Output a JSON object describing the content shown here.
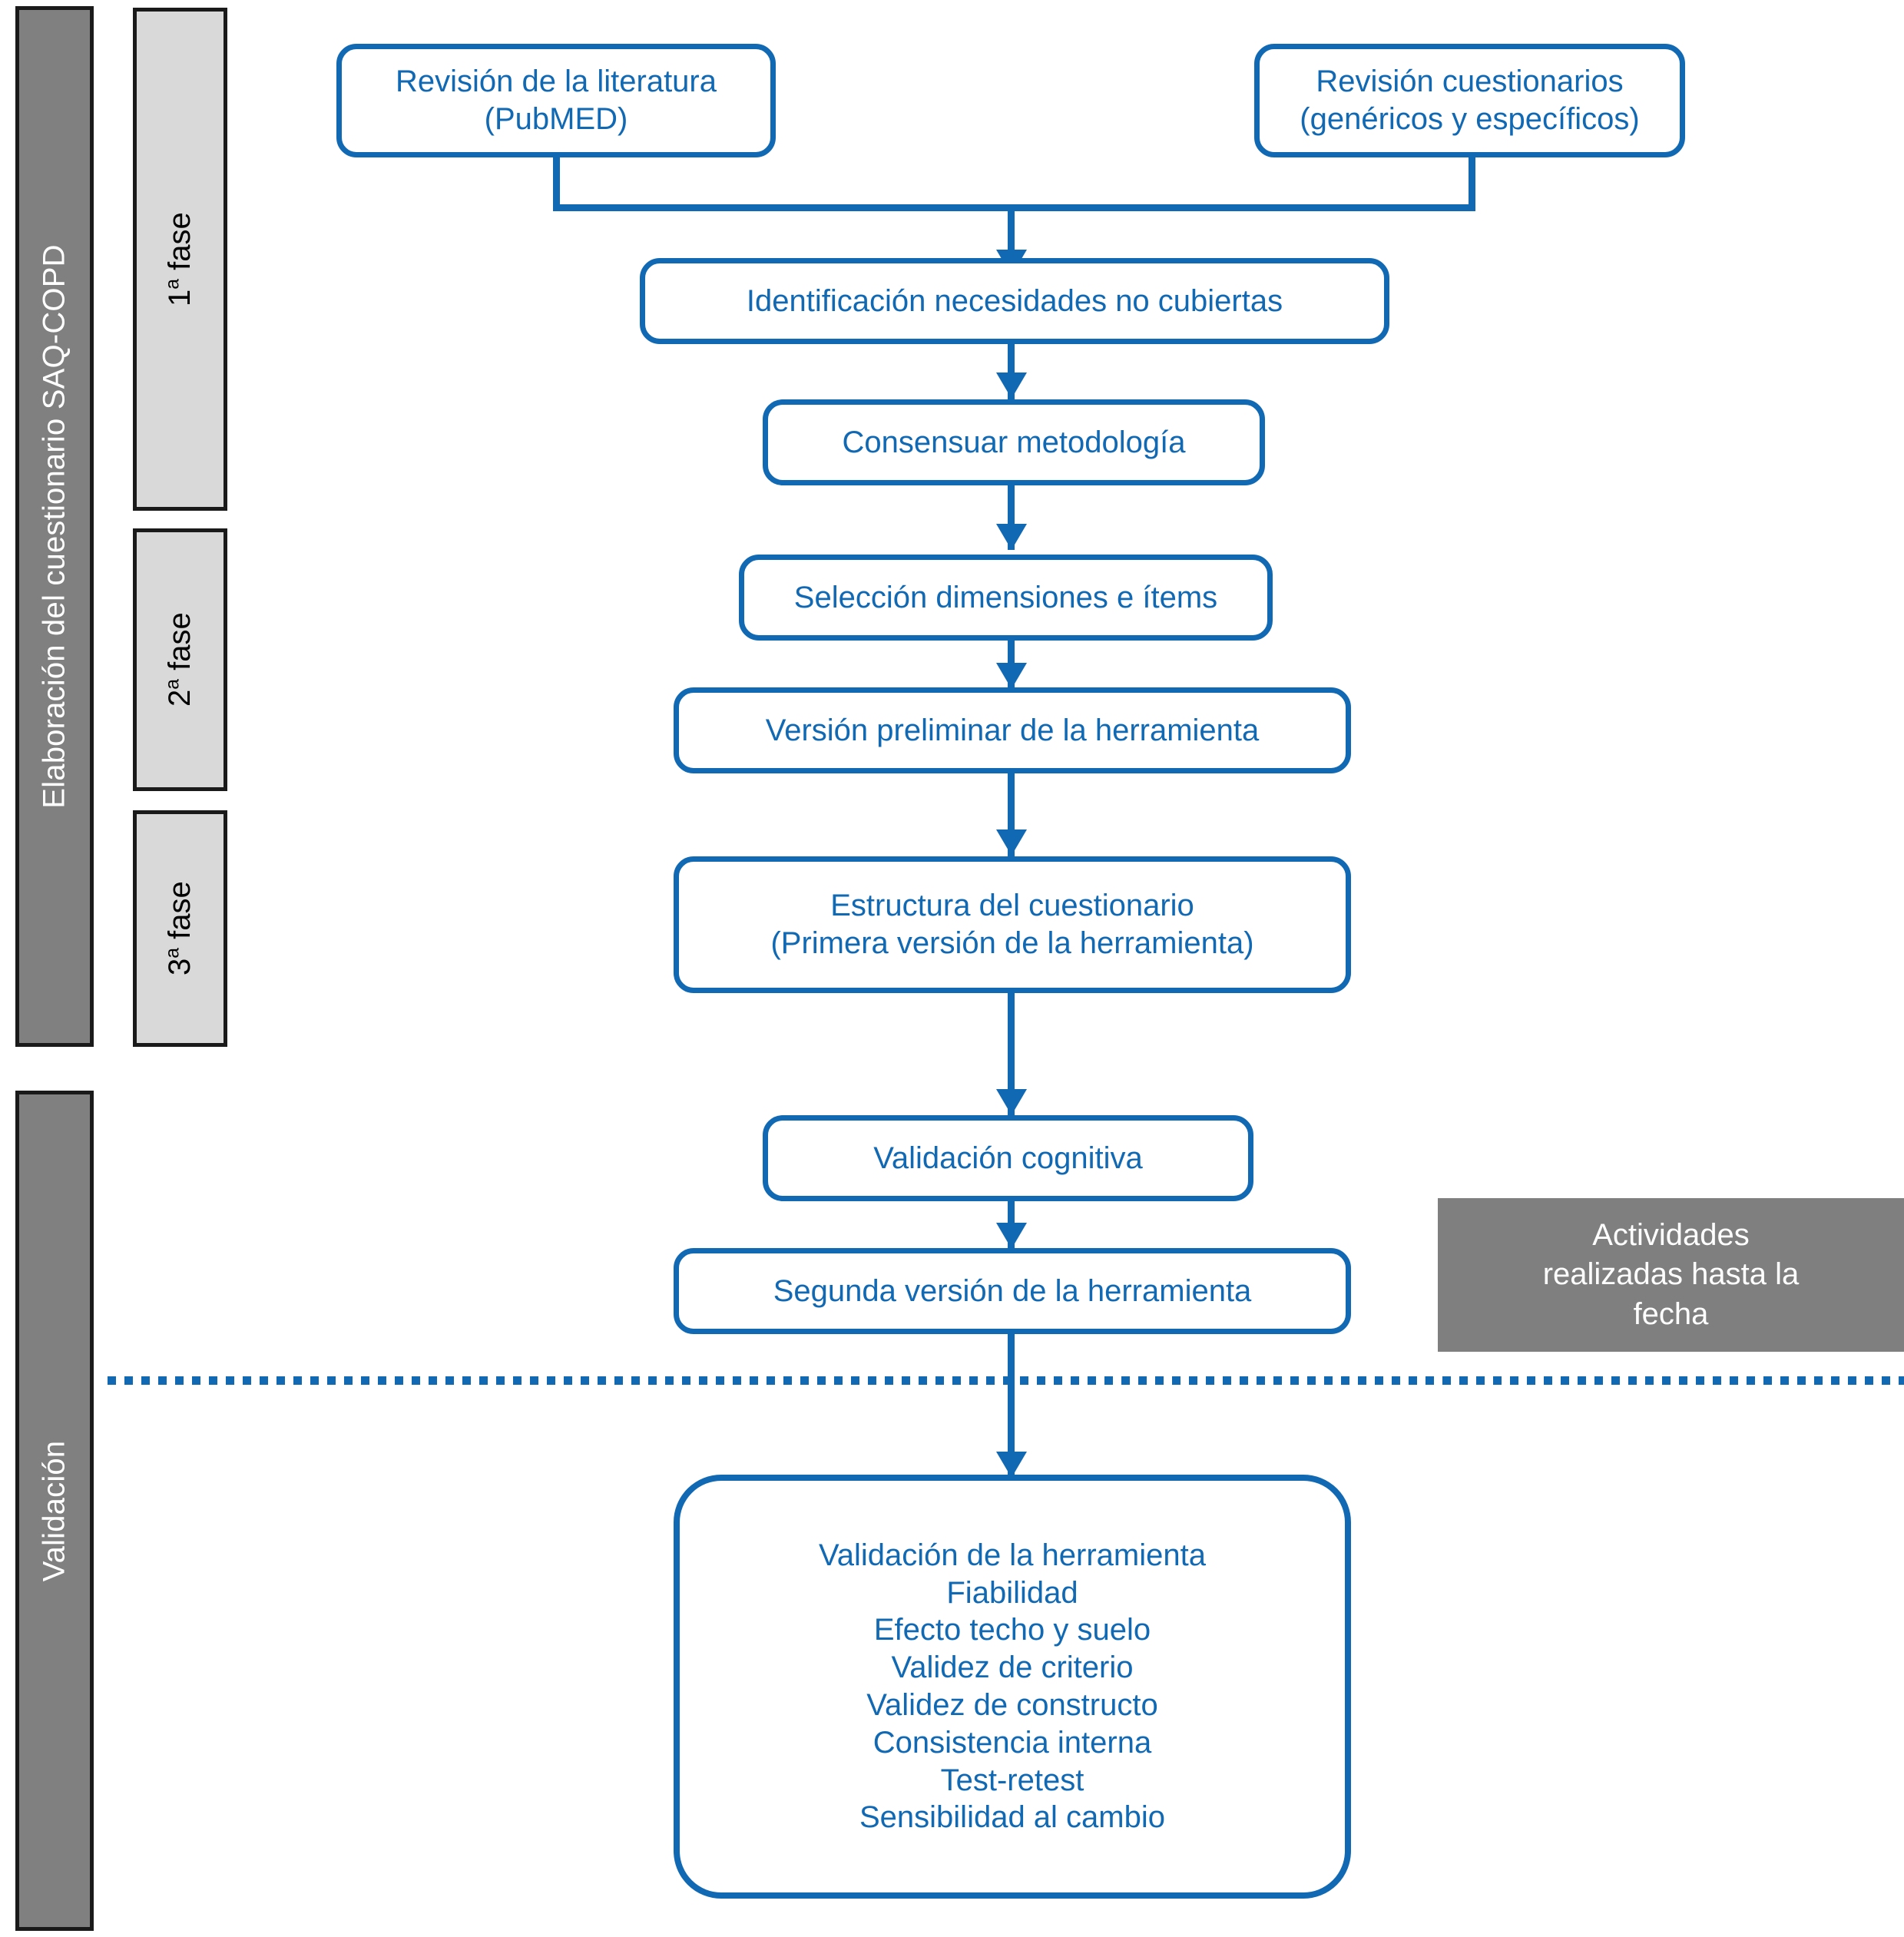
{
  "categories": [
    {
      "id": "elaboracion",
      "label": "Elaboración del cuestionario SAQ-COPD"
    },
    {
      "id": "validacion",
      "label": "Validación"
    }
  ],
  "phases": [
    {
      "id": "fase1",
      "number": "1",
      "ordinal": "a",
      "word": "fase",
      "label": "1ª fase"
    },
    {
      "id": "fase2",
      "number": "2",
      "ordinal": "a",
      "word": "fase",
      "label": "2ª fase"
    },
    {
      "id": "fase3",
      "number": "3",
      "ordinal": "a",
      "word": "fase",
      "label": "3ª fase"
    }
  ],
  "nodes": {
    "literature_review": {
      "line1": "Revisión de la literatura",
      "line2": "(PubMED)"
    },
    "questionnaire_review": {
      "line1": "Revisión cuestionarios",
      "line2": "(genéricos y específicos)"
    },
    "needs_identification": {
      "line1": "Identificación necesidades no cubiertas"
    },
    "consensus_methodology": {
      "line1": "Consensuar metodología"
    },
    "dimension_selection": {
      "line1": "Selección dimensiones e ítems"
    },
    "preliminary_version": {
      "line1": "Versión preliminar de la herramienta"
    },
    "questionnaire_structure": {
      "line1": "Estructura del cuestionario",
      "line2": "(Primera versión de la herramienta)"
    },
    "cognitive_validation": {
      "line1": "Validación cognitiva"
    },
    "second_version": {
      "line1": "Segunda versión de la herramienta"
    },
    "validation_tasks": {
      "items": [
        "Validación de la herramienta",
        "Fiabilidad",
        "Efecto techo y suelo",
        "Validez de criterio",
        "Validez de constructo",
        "Consistencia interna",
        "Test-retest",
        "Sensibilidad al cambio"
      ]
    }
  },
  "note_box": {
    "line1": "Actividades",
    "line2": "realizadas hasta la",
    "line3": "fecha"
  },
  "colors": {
    "accent_blue": "#1169B4",
    "category_gray": "#808080",
    "phase_gray": "#d9d9d9",
    "note_gray": "#7f7f7f",
    "border_black": "#1a1a1a",
    "white": "#ffffff"
  }
}
